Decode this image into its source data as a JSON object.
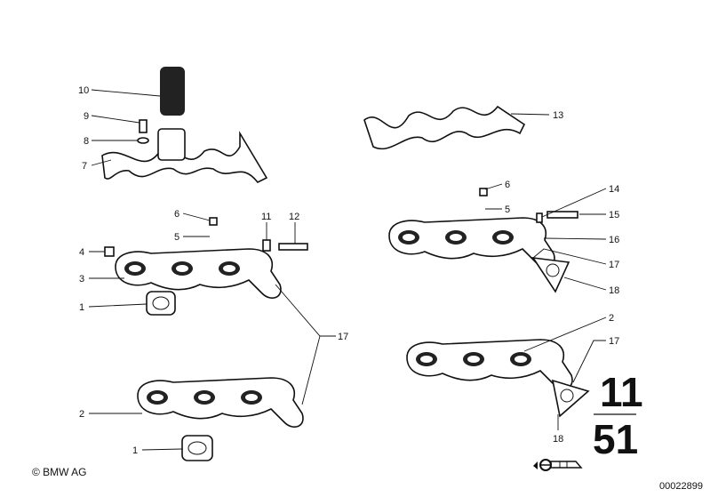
{
  "diagram": {
    "callouts_left": [
      "10",
      "9",
      "8",
      "7",
      "6",
      "5",
      "11",
      "12",
      "4",
      "3",
      "1",
      "17",
      "2",
      "1"
    ],
    "callouts_right": [
      "13",
      "6",
      "5",
      "14",
      "15",
      "16",
      "17",
      "18",
      "2",
      "17",
      "18"
    ],
    "group_top": "11",
    "group_bottom": "51"
  },
  "footer": {
    "copyright": "© BMW AG",
    "doc_number": "00022899"
  }
}
